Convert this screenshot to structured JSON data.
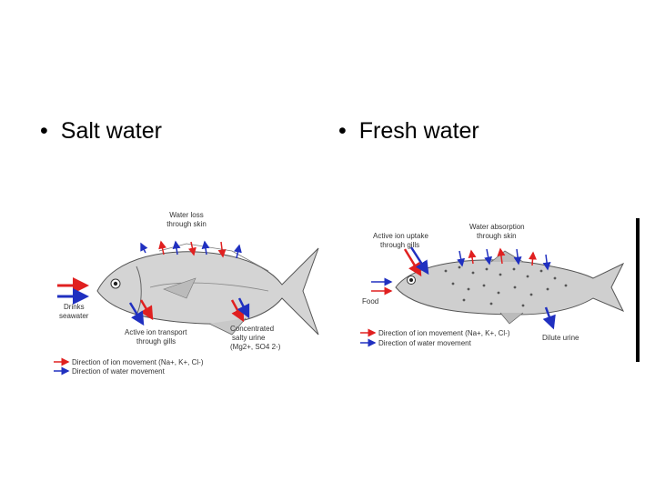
{
  "slide": {
    "left_bullet": "Salt water",
    "right_bullet": "Fresh water",
    "bullet_glyph": "•"
  },
  "salt_diagram": {
    "water_loss_line1": "Water loss",
    "water_loss_line2": "through skin",
    "drinks_line1": "Drinks",
    "drinks_line2": "seawater",
    "active_line1": "Active ion transport",
    "active_line2": "through gills",
    "urine_line1": "Concentrated",
    "urine_line2": "salty urine",
    "urine_line3": "(Mg2+, SO4 2-)",
    "legend_ion": "Direction of ion movement (Na+, K+, Cl-)",
    "legend_water": "Direction of water movement"
  },
  "fresh_diagram": {
    "uptake_line1": "Active ion uptake",
    "uptake_line2": "through gills",
    "absorb_line1": "Water absorption",
    "absorb_line2": "through skin",
    "food": "Food",
    "dilute": "Dilute urine",
    "legend_ion": "Direction of ion movement (Na+, K+, Cl-)",
    "legend_water": "Direction of water movement"
  },
  "colors": {
    "ion_arrow": "#e02020",
    "water_arrow": "#2030c0",
    "fish_fill": "#d4d4d4",
    "fish_stroke": "#555555"
  }
}
